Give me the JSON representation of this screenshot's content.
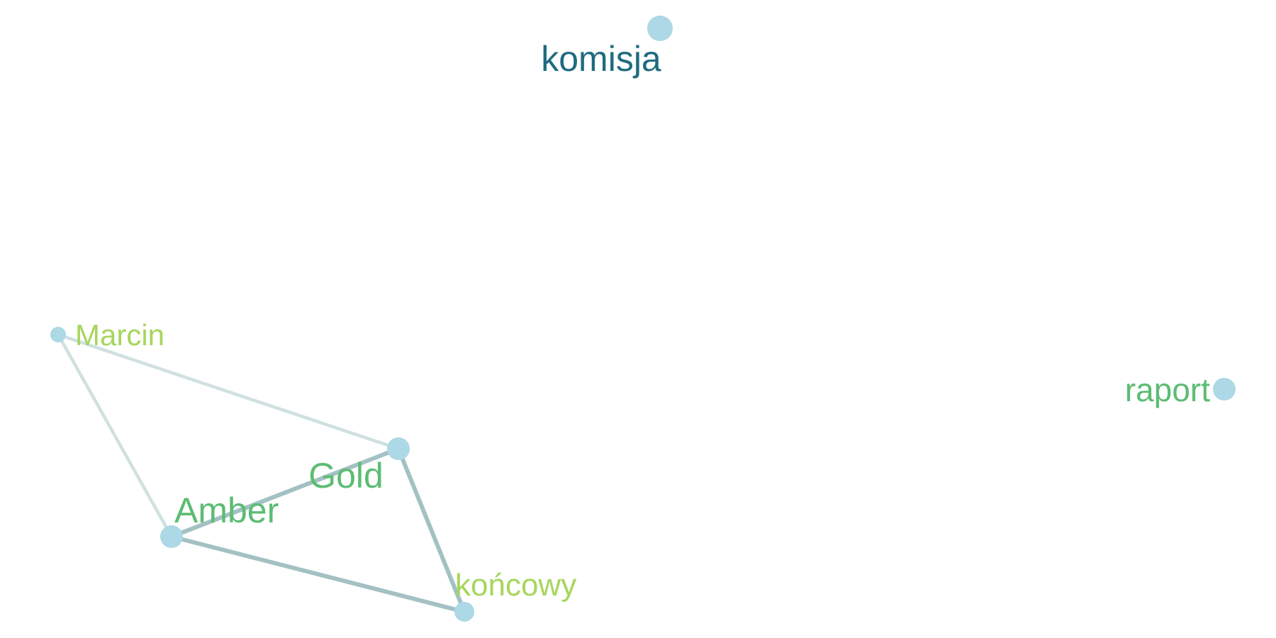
{
  "colors": {
    "node_fill": "#add8e6",
    "edge_light": "#cfe0e0",
    "edge_dark": "#a3c1c3",
    "label_dark": "#1f6b80",
    "label_green": "#5cbc73",
    "label_lime": "#a6d65c"
  },
  "nodes": [
    {
      "id": "komisja",
      "label": "komisja",
      "label_color": "#1f6b80"
    },
    {
      "id": "marcin",
      "label": "Marcin",
      "label_color": "#a6d65c"
    },
    {
      "id": "raport",
      "label": "raport",
      "label_color": "#5cbc73"
    },
    {
      "id": "gold",
      "label": "Gold",
      "label_color": "#5cbc73"
    },
    {
      "id": "amber",
      "label": "Amber",
      "label_color": "#5cbc73"
    },
    {
      "id": "koncowy",
      "label": "końcowy",
      "label_color": "#a6d65c"
    }
  ],
  "edges": [
    {
      "source": "marcin",
      "target": "gold",
      "strength": "weak"
    },
    {
      "source": "marcin",
      "target": "amber",
      "strength": "weak"
    },
    {
      "source": "amber",
      "target": "gold",
      "strength": "strong"
    },
    {
      "source": "amber",
      "target": "koncowy",
      "strength": "strong"
    },
    {
      "source": "gold",
      "target": "koncowy",
      "strength": "strong"
    }
  ]
}
